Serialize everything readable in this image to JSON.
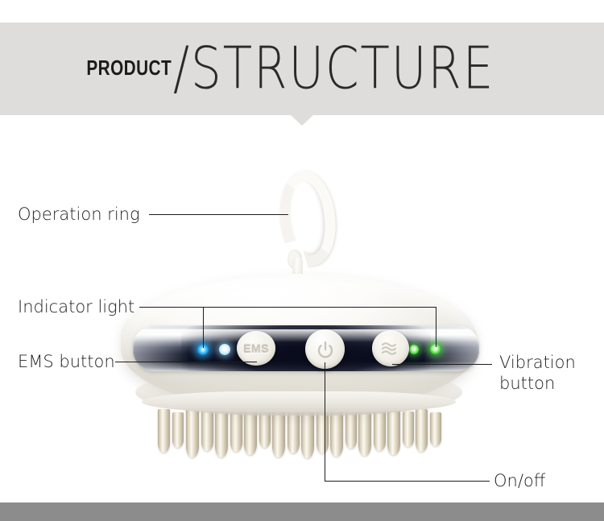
{
  "header": {
    "eyebrow": "PRODUCT",
    "title": "/STRUCTURE",
    "background_color": "#dedddb",
    "text_color": "#1b1b1b"
  },
  "callouts": [
    {
      "id": "operation-ring",
      "label": "Operation ring",
      "side": "left"
    },
    {
      "id": "indicator-light",
      "label": "Indicator light",
      "side": "left"
    },
    {
      "id": "ems-button",
      "label": "EMS button",
      "side": "left"
    },
    {
      "id": "vibration-button",
      "label_line1": "Vibration",
      "label_line2": "button",
      "side": "right"
    },
    {
      "id": "on-off",
      "label": "On/off",
      "side": "right"
    }
  ],
  "device": {
    "name": "scalp-massager",
    "body_color": "#f7f5f1",
    "band_color": "#0c1020",
    "buttons": {
      "ems_label": "EMS",
      "power_icon": "power-icon",
      "vibration_icon": "wave-icon"
    },
    "indicators": [
      {
        "name": "blue-led-active",
        "color": "#21a9ef",
        "state": "on"
      },
      {
        "name": "blue-led-dim",
        "color": "#a9dcf8",
        "state": "dim"
      },
      {
        "name": "green-led-first",
        "color": "#4bd93c",
        "state": "on"
      },
      {
        "name": "green-led-second",
        "color": "#4bd93c",
        "state": "on"
      }
    ],
    "pin_color": "#e4ddcb"
  },
  "footer": {
    "color": "#8c8c8c"
  }
}
